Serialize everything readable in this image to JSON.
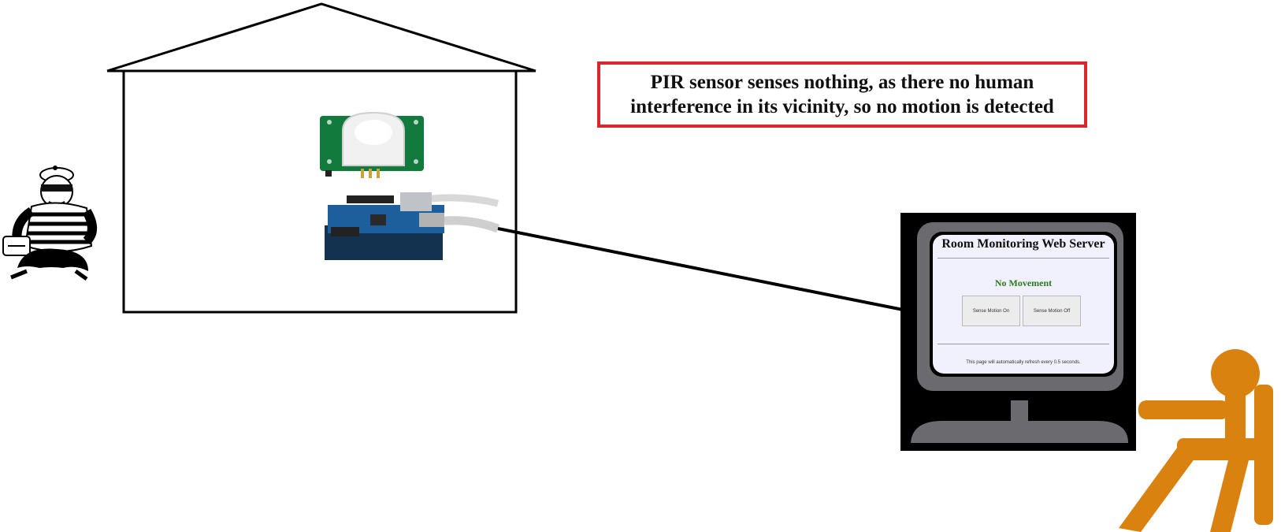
{
  "callout": {
    "line1": "PIR sensor senses nothing, as there no human",
    "line2": "interference in its vicinity, so no motion is detected",
    "border_color": "#d9262c"
  },
  "web_server": {
    "title": "Room Monitoring Web Server",
    "status": "No Movement",
    "status_color": "#2d7a1f",
    "buttons": [
      {
        "label": "Sense Motion On"
      },
      {
        "label": "Sense Motion Off"
      }
    ],
    "footer": "This page will automatically refresh every 0.5 seconds."
  },
  "colors": {
    "person": "#d9820f",
    "monitor_frame": "#000000",
    "monitor_bezel": "#6b6b6f",
    "pcb_green": "#127a3c",
    "arduino_blue": "#1d5f9c"
  },
  "icons": {
    "house": "house-outline-icon",
    "thief": "burglar-icon",
    "pir_sensor": "pir-sensor-icon",
    "arduino": "arduino-ethernet-icon",
    "monitor": "monitor-icon",
    "person": "seated-person-icon"
  }
}
